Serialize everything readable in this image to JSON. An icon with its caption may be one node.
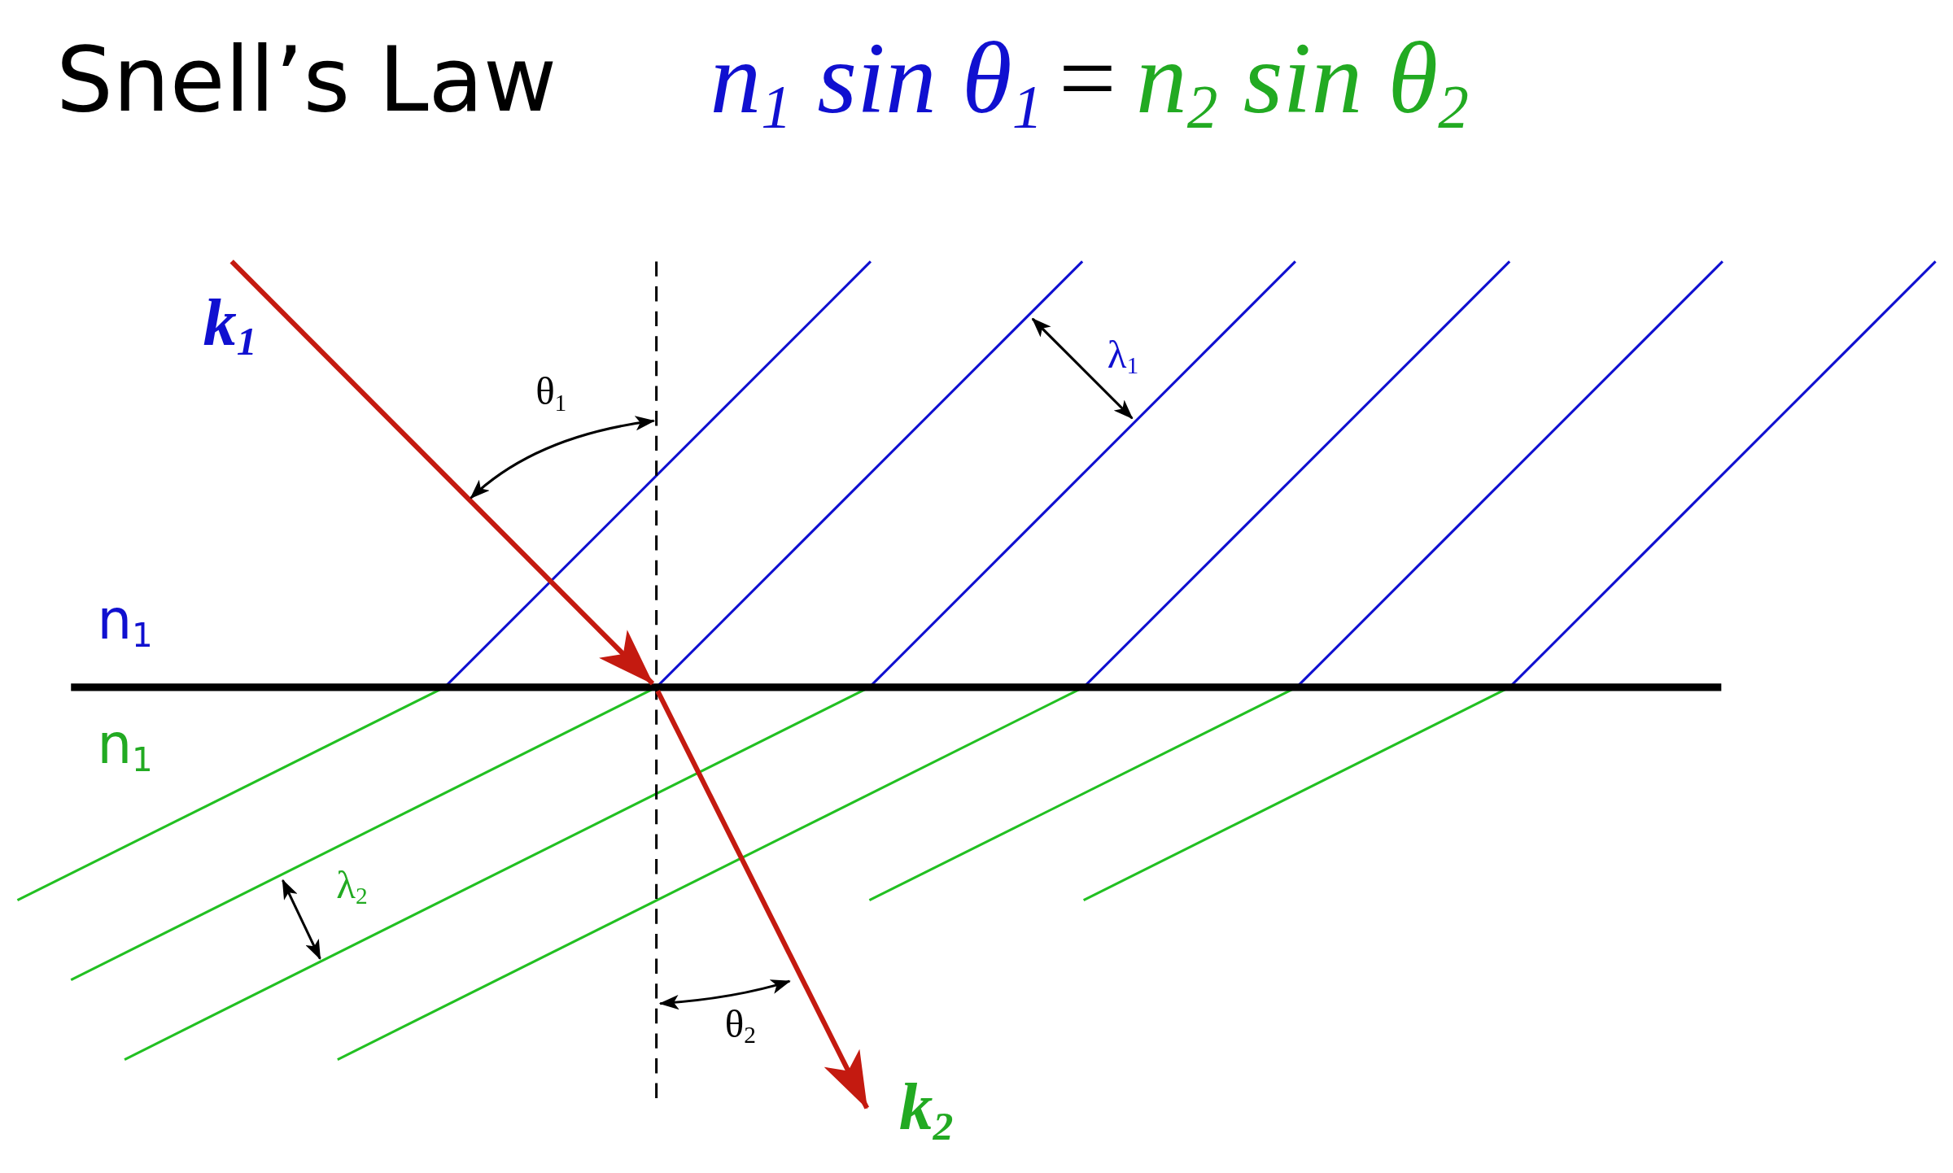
{
  "diagram": {
    "title": "Snell’s Law",
    "labels": [
      "n$_{1}$ sin θ$_{1}$",
      "=",
      "n$_{2}$ sin θ$_{2}$",
      "k$_{1}$",
      "θ$_{1}$",
      "λ$_{1}$",
      "n$_{1}$",
      "n$_{1}$",
      "λ$_{2}$",
      "θ$_{2}$",
      "k$_{2}$"
    ]
  }
}
